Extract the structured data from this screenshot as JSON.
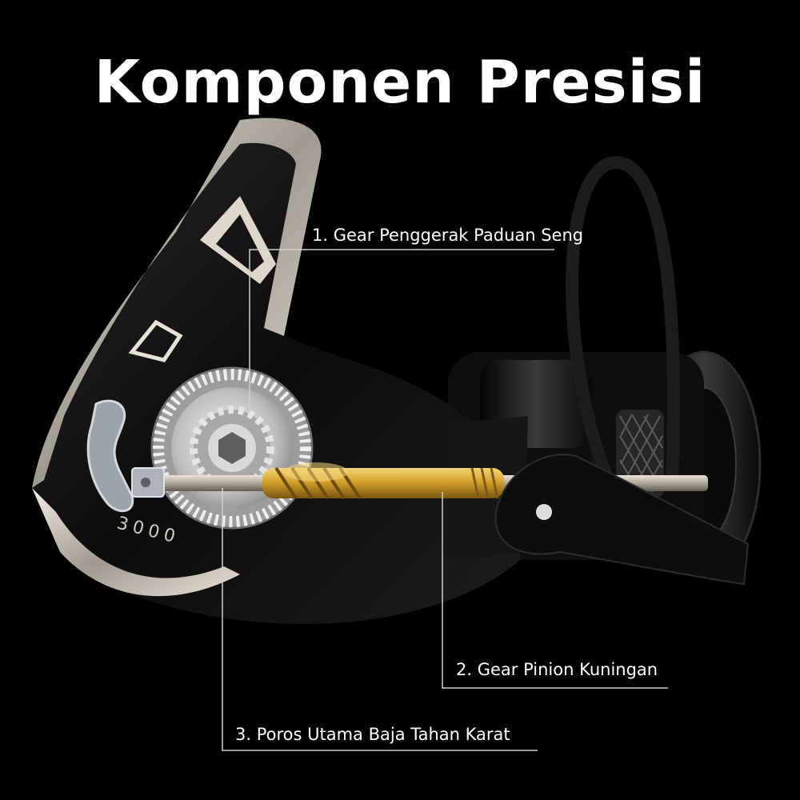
{
  "title": "Komponen Presisi",
  "model_marking": "3000",
  "callouts": [
    {
      "label": "1. Gear Penggerak Paduan Seng"
    },
    {
      "label": "2. Gear Pinion Kuningan"
    },
    {
      "label": "3. Poros Utama Baja Tahan Karat"
    }
  ],
  "colors": {
    "background": "#000000",
    "text": "#ffffff",
    "callout_line": "#cfcfcf",
    "pinion_gold": "#d8a92a",
    "shaft_silver": "#b9b6a6",
    "drive_gear_silver": "#c9c9c9",
    "reel_body": "#111111",
    "frame_trim": "#d8d4c8"
  }
}
